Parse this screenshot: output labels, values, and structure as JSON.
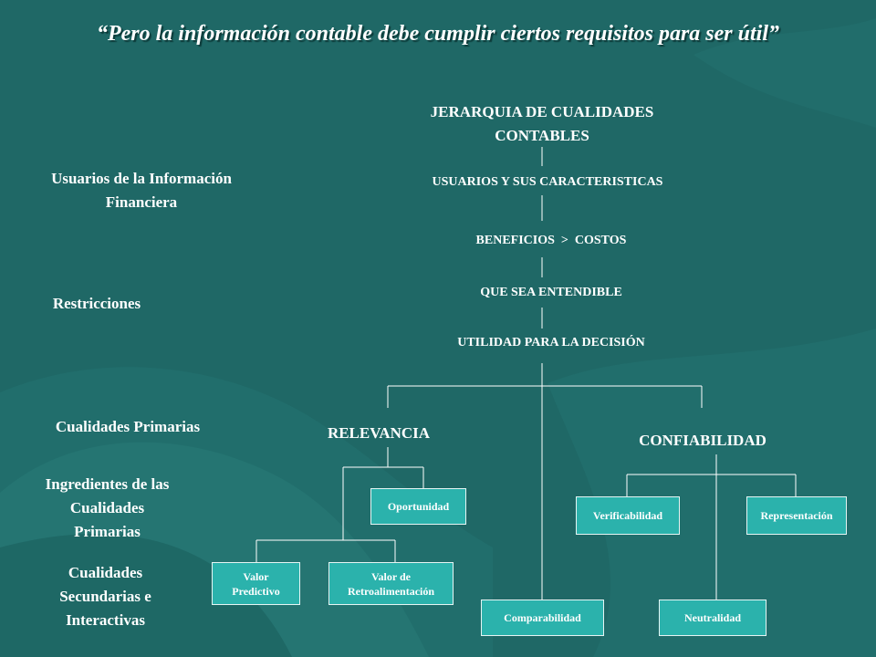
{
  "colors": {
    "background": "#1f6866",
    "box_fill": "#2bb2ac",
    "text": "#ffffff"
  },
  "title": "“Pero la información contable debe cumplir ciertos requisitos para ser útil”",
  "left_labels": {
    "usuarios": "Usuarios de la Información Financiera",
    "restricciones": "Restricciones",
    "primarias": "Cualidades Primarias",
    "ingredientes": "Ingredientes de las Cualidades Primarias",
    "secundarias": "Cualidades Secundarias e Interactivas"
  },
  "hierarchy": {
    "heading": "JERARQUIA DE CUALIDADES CONTABLES",
    "usuarios": "USUARIOS Y SUS CARACTERISTICAS",
    "beneficios": "BENEFICIOS  >  COSTOS",
    "entendible": "QUE SEA ENTENDIBLE",
    "utilidad": "UTILIDAD PARA LA DECISIÓN",
    "relevancia": "RELEVANCIA",
    "confiabilidad": "CONFIABILIDAD"
  },
  "boxes": {
    "oportunidad": "Oportunidad",
    "valor_predictivo": "Valor Predictivo",
    "valor_retro": "Valor de Retroalimentación",
    "verificabilidad": "Verificabilidad",
    "representacion": "Representación",
    "comparabilidad": "Comparabilidad",
    "neutralidad": "Neutralidad"
  }
}
